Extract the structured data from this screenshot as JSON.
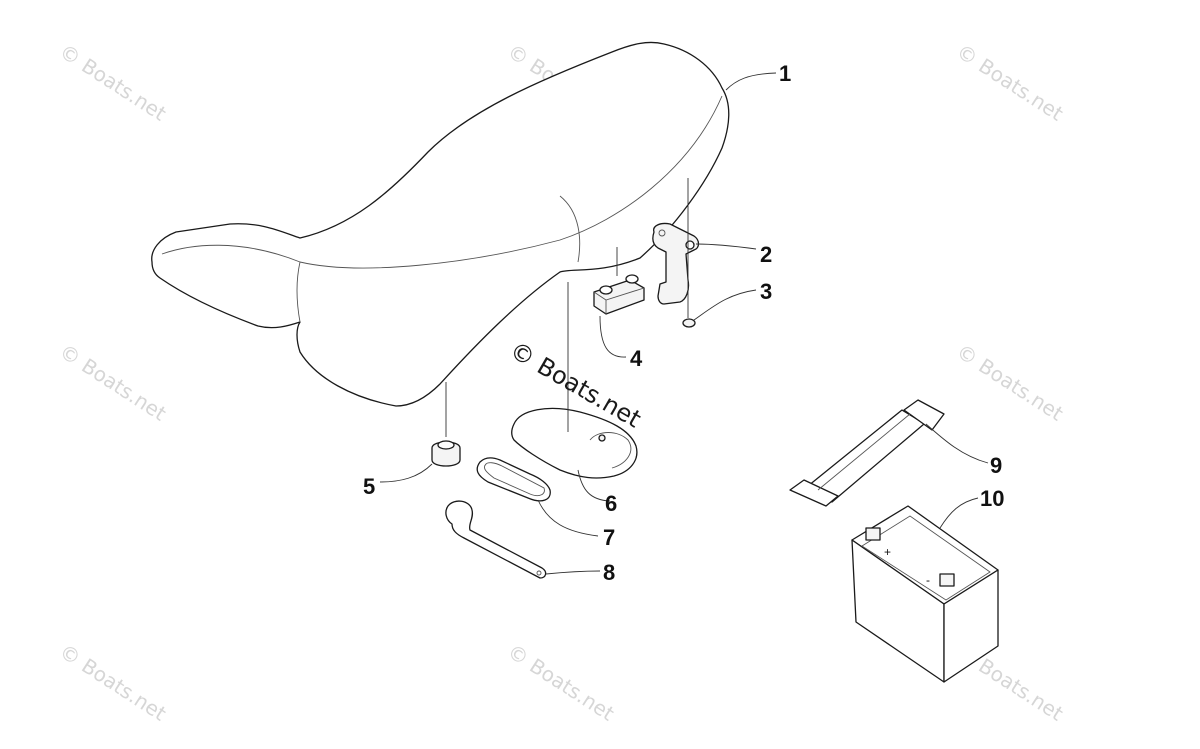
{
  "watermark": {
    "text": "© Boats.net",
    "center_text": "© Boats.net"
  },
  "callouts": {
    "c1": "1",
    "c2": "2",
    "c3": "3",
    "c4": "4",
    "c5": "5",
    "c6": "6",
    "c7": "7",
    "c8": "8",
    "c9": "9",
    "c10": "10"
  },
  "battery": {
    "plus": "+",
    "minus": "-"
  }
}
